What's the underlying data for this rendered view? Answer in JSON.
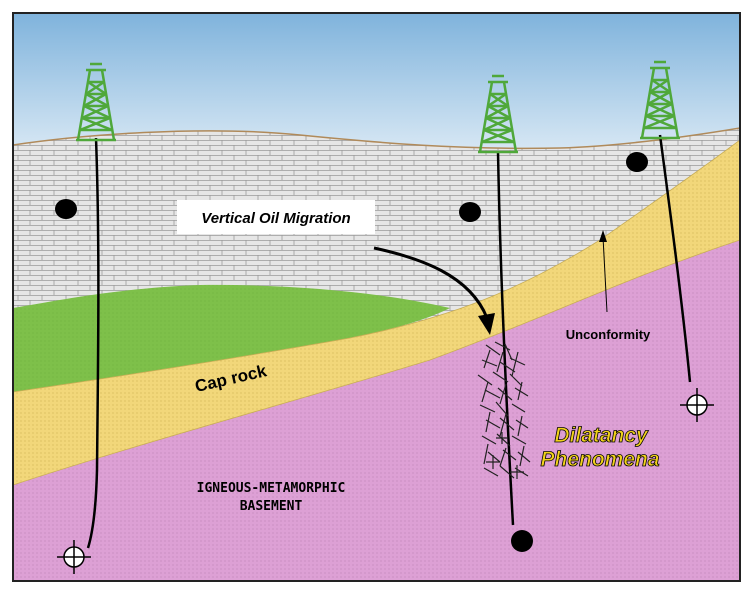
{
  "labels": {
    "vertical_migration": "Vertical Oil Migration",
    "unconformity": "Unconformity",
    "cap_rock": "Cap rock",
    "dilatancy_line1": "Dilatancy",
    "dilatancy_line2": "Phenomena",
    "basement_line1": "IGNEOUS-METAMORPHIC",
    "basement_line2": "BASEMENT"
  },
  "colors": {
    "sky_top": "#7fb3dc",
    "sky_bottom": "#ffffff",
    "limestone": "#e6e6e6",
    "brick_line": "#9a9a9a",
    "green_layer": "#7ec04a",
    "cap_rock": "#f2d77a",
    "basement": "#dda0d5",
    "derrick": "#4fa83a",
    "well": "#000000",
    "dilatancy_text": "#f2d21a"
  },
  "icons": [
    "oil-derrick-icon",
    "dry-hole-crosshair-icon",
    "oil-show-dot-icon"
  ]
}
